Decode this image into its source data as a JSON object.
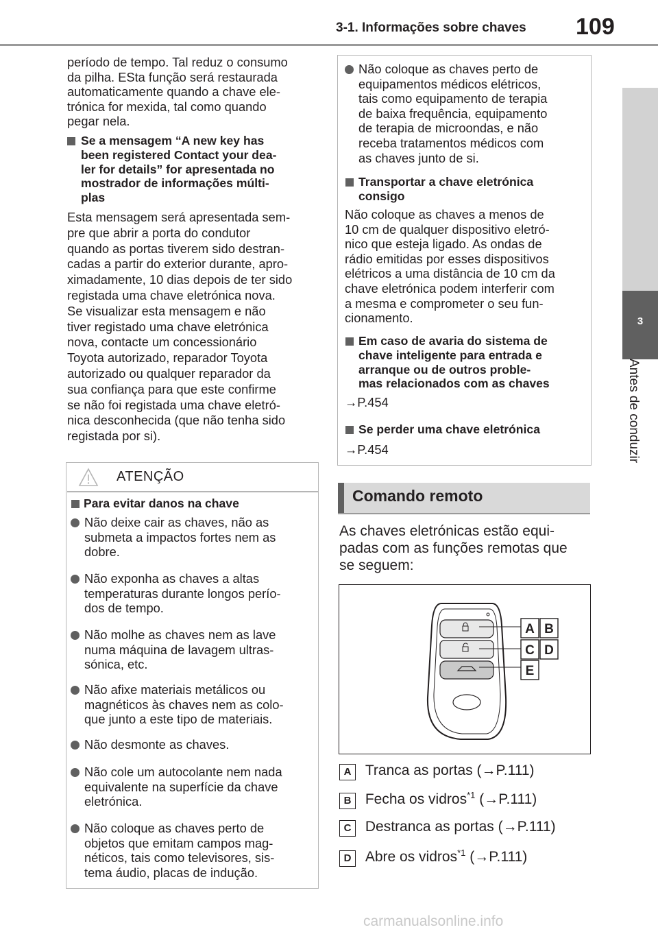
{
  "header": {
    "section": "3-1. Informações sobre chaves",
    "page_number": "109"
  },
  "side_tab": {
    "number": "3",
    "label": "Antes de conduzir"
  },
  "left_col": {
    "intro_lines": [
      "período de tempo. Tal reduz o consumo",
      "da pilha. ESta função será restaurada",
      "automaticamente quando a chave ele-",
      "trónica for mexida, tal como quando",
      "pegar nela."
    ],
    "heading_lines": [
      "Se a mensagem “A new key has",
      "been registered Contact your dea-",
      "ler for details” for apresentada no",
      "mostrador de informações múlti-",
      "plas"
    ],
    "body_lines": [
      "Esta mensagem será apresentada sem-",
      "pre que abrir a porta do condutor",
      "quando as portas tiverem sido destran-",
      "cadas a partir do exterior durante, apro-",
      "ximadamente, 10 dias depois de ter sido",
      "registada uma chave eletrónica nova.",
      "Se visualizar esta mensagem e não",
      "tiver registado uma chave eletrónica",
      "nova, contacte um concessionário",
      "Toyota autorizado, reparador Toyota",
      "autorizado ou qualquer reparador da",
      "sua confiança para que este confirme",
      "se não foi registada uma chave eletró-",
      "nica desconhecida (que não tenha sido",
      "registada por si)."
    ]
  },
  "warning": {
    "title": "ATENÇÃO",
    "heading": "Para evitar danos na chave",
    "bullets": [
      [
        "Não deixe cair as chaves, não as",
        "submeta a impactos fortes nem as",
        "dobre."
      ],
      [
        "Não exponha as chaves a altas",
        "temperaturas durante longos perío-",
        "dos de tempo."
      ],
      [
        "Não molhe as chaves nem as lave",
        "numa máquina de lavagem ultras-",
        "sónica, etc."
      ],
      [
        "Não afixe materiais metálicos ou",
        "magnéticos às chaves nem as colo-",
        "que junto a este tipo de materiais."
      ],
      [
        "Não desmonte as chaves."
      ],
      [
        "Não cole um autocolante nem nada",
        "equivalente na superfície da chave",
        "eletrónica."
      ],
      [
        "Não coloque as chaves perto de",
        "objetos que emitam campos mag-",
        "néticos, tais como televisores, sis-",
        "tema áudio, placas de indução."
      ]
    ]
  },
  "right_box": {
    "bullet_lines": [
      "Não coloque as chaves perto de",
      "equipamentos médicos elétricos,",
      "tais como equipamento de terapia",
      "de baixa frequência, equipamento",
      "de terapia de microondas, e não",
      "receba tratamentos médicos com",
      "as chaves junto de si."
    ],
    "h1_lines": [
      "Transportar a chave eletrónica",
      "consigo"
    ],
    "p1_lines": [
      "Não coloque as chaves a menos de",
      "10 cm de qualquer dispositivo eletró-",
      "nico que esteja ligado. As ondas de",
      "rádio emitidas por esses dispositivos",
      "elétricos a uma distância de 10 cm da",
      "chave eletrónica podem interferir com",
      "a mesma e comprometer o seu fun-",
      "cionamento."
    ],
    "h2_lines": [
      "Em caso de avaria do sistema de",
      "chave inteligente para entrada e",
      "arranque ou de outros proble-",
      "mas relacionados com as chaves"
    ],
    "ref2": "→P.454",
    "h3": "Se perder uma chave eletrónica",
    "ref3": "→P.454"
  },
  "remote": {
    "section_title": "Comando remoto",
    "intro_lines": [
      "As chaves eletrónicas estão equi-",
      "padas com as funções remotas que",
      "se seguem:"
    ],
    "fig_labels": [
      "A",
      "B",
      "C",
      "D",
      "E"
    ],
    "items": [
      {
        "label": "A",
        "text": "Tranca as portas (→P.111)"
      },
      {
        "label": "B",
        "text": "Fecha os vidros",
        "sup": "*1",
        "ref": " (→P.111)"
      },
      {
        "label": "C",
        "text": "Destranca as portas (→P.111)"
      },
      {
        "label": "D",
        "text": "Abre os vidros",
        "sup": "*1",
        "ref": " (→P.111)"
      }
    ]
  },
  "footer": "carmanualsonline.info"
}
